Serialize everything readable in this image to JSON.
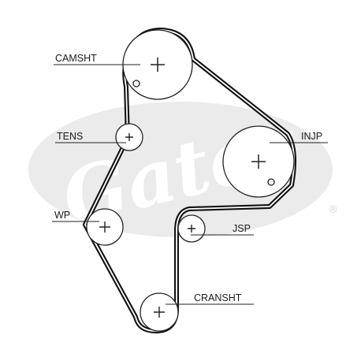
{
  "watermark": {
    "text": "Gates",
    "registered": "®",
    "color": "#e9e9e9"
  },
  "colors": {
    "belt": "#111111",
    "pulley": "#222222",
    "leader": "#222222",
    "text": "#1a1a1a"
  },
  "labels": {
    "camshaft": "CAMSHT",
    "tensioner": "TENS",
    "injection_pump": "INJP",
    "water_pump": "WP",
    "jackshaft": "JSP",
    "crankshaft": "CRANSHT"
  }
}
